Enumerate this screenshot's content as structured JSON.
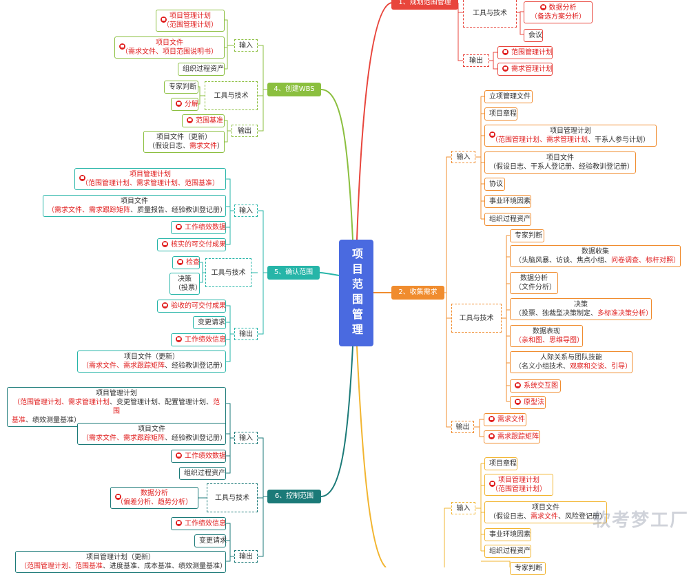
{
  "central": "项目范围管理",
  "watermark": "软考梦工厂",
  "colors": {
    "red": "#e8453c",
    "green": "#8bbf3f",
    "teal": "#26b5a8",
    "darkteal": "#1b7a78",
    "orange": "#f08c2e",
    "yellow": "#f2b530",
    "central": "#4a6ae0"
  },
  "branches": {
    "b1": "1、规划范围管理",
    "b2": "2、收集需求",
    "b4": "4、创建WBS",
    "b5": "5、确认范围",
    "b6": "6、控制范围"
  },
  "labels": {
    "input": "输入",
    "tools": "工具与技术",
    "output": "输出"
  },
  "n1": {
    "t1": "数据分析",
    "t2": "（备选方案分析）",
    "meet": "会议",
    "o1": "范围管理计划",
    "o2": "需求管理计划"
  },
  "n2": {
    "i1": "立项管理文件",
    "i2": "项目章程",
    "i3a": "项目管理计划",
    "i3b1": "（范围管理计划、需求管理计划",
    "i3b2": "、干系人参与计划）",
    "i4a": "项目文件",
    "i4b": "（假设日志、干系人登记册、经验教训登记册）",
    "i5": "协议",
    "i6": "事业环境因素",
    "i7": "组织过程资产",
    "t1": "专家判断",
    "t2a": "数据收集",
    "t2b1": "（头脑风暴、访谈、焦点小组、",
    "t2b2": "问卷调查、标杆对照）",
    "t3a": "数据分析",
    "t3b": "（文件分析）",
    "t4a": "决策",
    "t4b1": "（投票、独裁型决策制定、",
    "t4b2": "多标准决策分析）",
    "t5a": "数据表现",
    "t5b": "（亲和图、思维导图）",
    "t6a": "人际关系与团队技能",
    "t6b1": "（名义小组技术、",
    "t6b2": "观察和交谈、引导）",
    "t7": "系统交互图",
    "t8": "原型法",
    "o1": "需求文件",
    "o2": "需求跟踪矩阵"
  },
  "n3": {
    "i1": "项目章程",
    "i2a": "项目管理计划",
    "i2b": "（范围管理计划）",
    "i3a": "项目文件",
    "i3b1": "（假设日志、",
    "i3b2": "需求文件",
    "i3b3": "、风险登记册）",
    "i4": "事业环境因素",
    "i5": "组织过程资产",
    "t1": "专家判断"
  },
  "n4": {
    "i1a": "项目管理计划",
    "i1b": "（范围管理计划）",
    "i2a": "项目文件",
    "i2b": "（需求文件、项目范围说明书）",
    "i3": "组织过程资产",
    "t1": "专家判断",
    "t2": "分解",
    "o1": "范围基准",
    "o2a": "项目文件（更新）",
    "o2b1": "（假设日志、",
    "o2b2": "需求文件",
    "o2b3": "）"
  },
  "n5": {
    "i1a": "项目管理计划",
    "i1b": "（范围管理计划、需求管理计划、范围基准）",
    "i2a": "项目文件",
    "i2b1": "（需求文件、需求跟踪矩阵",
    "i2b2": "、质量报告、经验教训登记册）",
    "i3": "工作绩效数据",
    "i4": "核实的可交付成果",
    "t1": "检查",
    "t2a": "决策",
    "t2b": "（投票）",
    "o1": "验收的可交付成果",
    "o2": "变更请求",
    "o3": "工作绩效信息",
    "o4a": "项目文件（更新）",
    "o4b1": "（需求文件、需求跟踪矩阵",
    "o4b2": "、经验教训登记册）"
  },
  "n6": {
    "i1a": "项目管理计划",
    "i1b1": "（范围管理计划、需求管理计划",
    "i1b2": "、变更管理计划、配置管理计划、",
    "i1b3": "范围",
    "i1c1": "基准",
    "i1c2": "、绩效测量基准）",
    "i2a": "项目文件",
    "i2b1": "（需求文件、需求跟踪矩阵",
    "i2b2": "、经验教训登记册）",
    "i3": "工作绩效数据",
    "i4": "组织过程资产",
    "t1a": "数据分析",
    "t1b": "（偏差分析、趋势分析）",
    "o1": "工作绩效信息",
    "o2": "变更请求",
    "o3a": "项目管理计划（更新）",
    "o3b1": "（范围管理计划、范围基准",
    "o3b2": "、进度基准、成本基准、绩效测量基准）"
  }
}
